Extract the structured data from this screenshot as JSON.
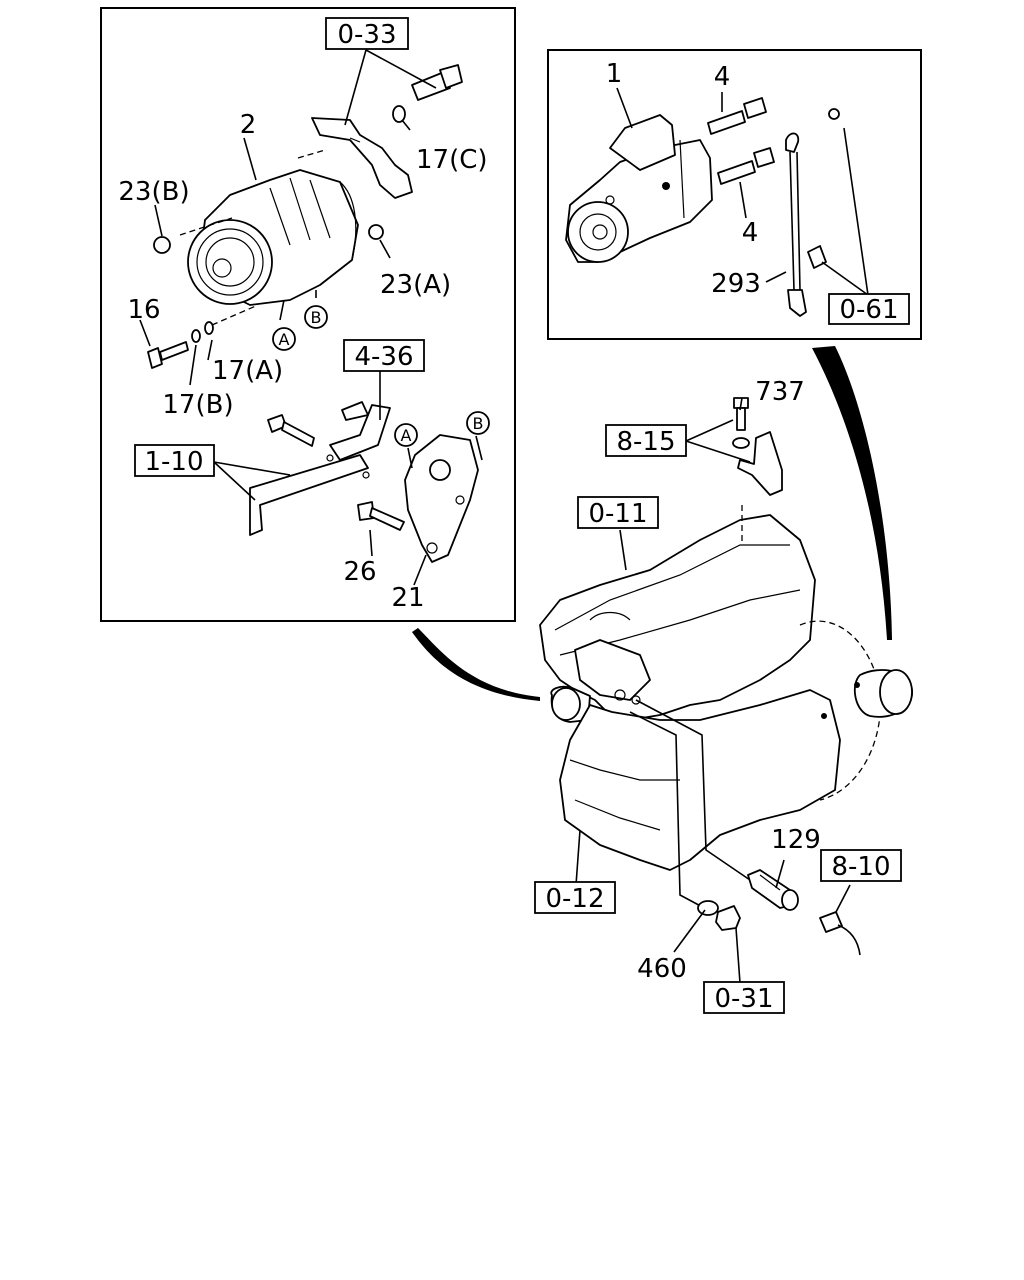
{
  "refs": {
    "r_0_33": "0-33",
    "r_4_36": "4-36",
    "r_1_10": "1-10",
    "r_8_15": "8-15",
    "r_0_11": "0-11",
    "r_0_12": "0-12",
    "r_0_31": "0-31",
    "r_8_10": "8-10",
    "r_0_61": "0-61"
  },
  "parts": {
    "p1": "1",
    "p2": "2",
    "p4a": "4",
    "p4b": "4",
    "p16": "16",
    "p17a": "17(A)",
    "p17b": "17(B)",
    "p17c": "17(C)",
    "p21": "21",
    "p23a": "23(A)",
    "p23b": "23(B)",
    "p26": "26",
    "p129": "129",
    "p293": "293",
    "p460": "460",
    "p737": "737"
  },
  "markers": {
    "a1": "A",
    "a2": "A",
    "b1": "B",
    "b2": "B"
  }
}
